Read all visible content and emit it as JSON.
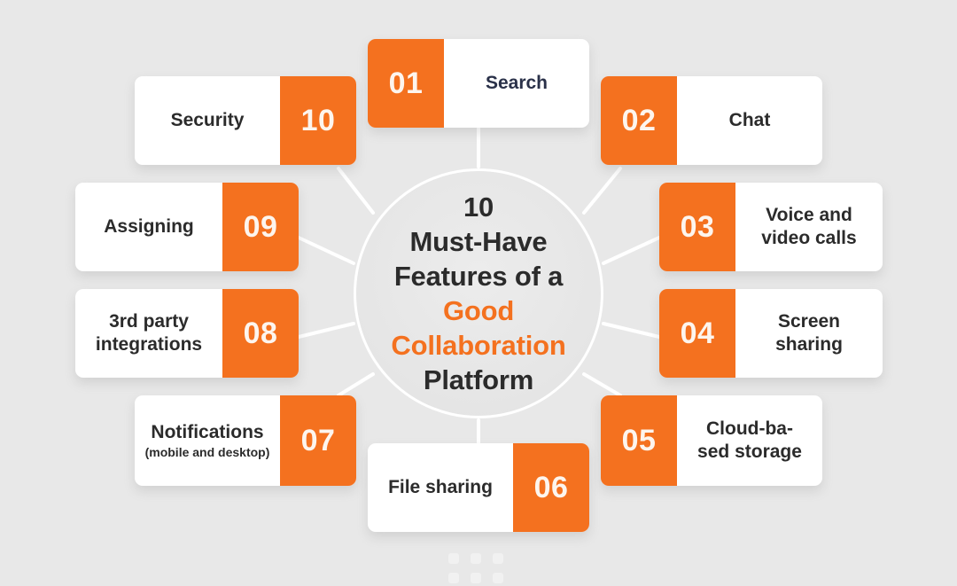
{
  "background_color": "#e8e8e8",
  "accent_color": "#f4711f",
  "text_color": "#2b2b2b",
  "hub": {
    "line1": "10",
    "line2": "Must-Have",
    "line3_plain": "Features of a ",
    "line3_highlight": "Good",
    "line4_highlight": "Collaboration",
    "line5": "Platform"
  },
  "cards": [
    {
      "number": "01",
      "label": "Search",
      "sub": "",
      "side": "left"
    },
    {
      "number": "02",
      "label": "Chat",
      "sub": "",
      "side": "left"
    },
    {
      "number": "03",
      "label": "Voice and\nvideo calls",
      "sub": "",
      "side": "left"
    },
    {
      "number": "04",
      "label": "Screen\nsharing",
      "sub": "",
      "side": "left"
    },
    {
      "number": "05",
      "label": "Cloud-ba-\nsed storage",
      "sub": "",
      "side": "left"
    },
    {
      "number": "06",
      "label": "File sharing",
      "sub": "",
      "side": "right"
    },
    {
      "number": "07",
      "label": "Notifications",
      "sub": "(mobile and desktop)",
      "side": "right"
    },
    {
      "number": "08",
      "label": "3rd party\nintegrations",
      "sub": "",
      "side": "right"
    },
    {
      "number": "09",
      "label": "Assigning",
      "sub": "",
      "side": "right"
    },
    {
      "number": "10",
      "label": "Security",
      "sub": "",
      "side": "right"
    }
  ],
  "decoration": {
    "dot_count": 6,
    "dot_color": "#f1f1f1"
  }
}
